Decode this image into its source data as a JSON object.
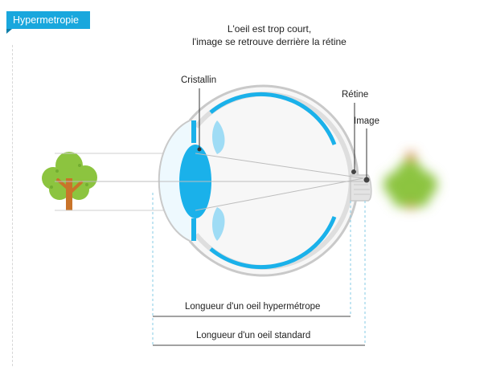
{
  "tag": {
    "label": "Hypermetropie"
  },
  "caption": {
    "line1": "L'oeil est trop court,",
    "line2": "l'image se retrouve derrière la rétine"
  },
  "labels": {
    "cristallin": "Cristallin",
    "retine": "Rétine",
    "image": "Image",
    "length_hyperopic": "Longueur d'un oeil hypermétrope",
    "length_standard": "Longueur d'un oeil standard"
  },
  "colors": {
    "accent": "#19a7dd",
    "lens": "#1ab1ea",
    "eye_outline": "#c9c9c9",
    "tree_crown": "#8cc43f",
    "tree_trunk": "#c9742a",
    "blurred_tree": "#8cc43f",
    "ray_line": "#bdbdbd",
    "guide_dash": "#86cbe6"
  }
}
